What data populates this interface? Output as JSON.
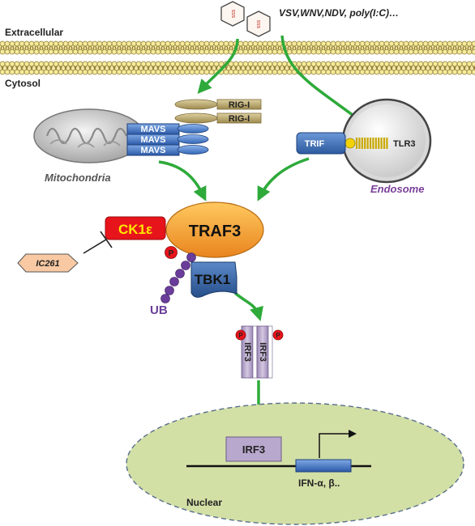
{
  "labels": {
    "extracellular": "Extracellular",
    "cytosol": "Cytosol",
    "ligands": "VSV,WNV,NDV, poly(I:C)…",
    "ligand_glyph": "sss",
    "rig1_top": "RIG-I",
    "rig1_bottom": "RIG-I",
    "mavs_1": "MAVS",
    "mavs_2": "MAVS",
    "mavs_3": "MAVS",
    "mitochondria": "Mitochondria",
    "trif": "TRIF",
    "tlr3": "TLR3",
    "endosome": "Endosome",
    "ck1e": "CK1ε",
    "traf3": "TRAF3",
    "ic261": "IC261",
    "phospho": "P",
    "tbk1": "TBK1",
    "ub": "UB",
    "irf3_left": "IRF3",
    "irf3_right": "IRF3",
    "irf3_p_left": "P",
    "irf3_p_right": "P",
    "irf3_nuclear": "IRF3",
    "ifn": "IFN-α, β..",
    "nuclear": "Nuclear"
  },
  "colors": {
    "mavs": "#3f72c4",
    "rig1": "#c7b57a",
    "traf3": "#f2a23a",
    "ck1e": "#e8141b",
    "ck1e_text": "#ffe600",
    "tbk1": "#3b6aa8",
    "ub": "#6a3d9a",
    "irf3": "#b7a7c9",
    "arrow": "#2eaa3a",
    "nucleus": "#d2e0a6",
    "endosome_label": "#7a3f9a"
  }
}
